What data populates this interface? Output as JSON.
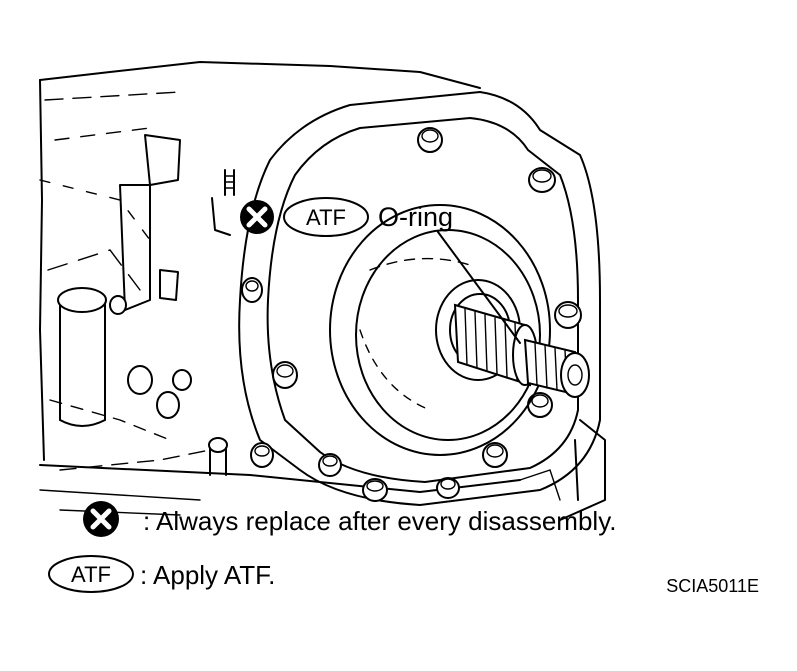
{
  "callout": {
    "symbol_atf": "ATF",
    "part_label": "O-ring"
  },
  "legend": [
    {
      "symbol": "replace-x-icon",
      "text": ": Always replace after every disassembly."
    },
    {
      "symbol": "ATF",
      "text": ": Apply ATF."
    }
  ],
  "figure_id": "SCIA5011E",
  "colors": {
    "ink": "#000000",
    "paper": "#ffffff"
  }
}
